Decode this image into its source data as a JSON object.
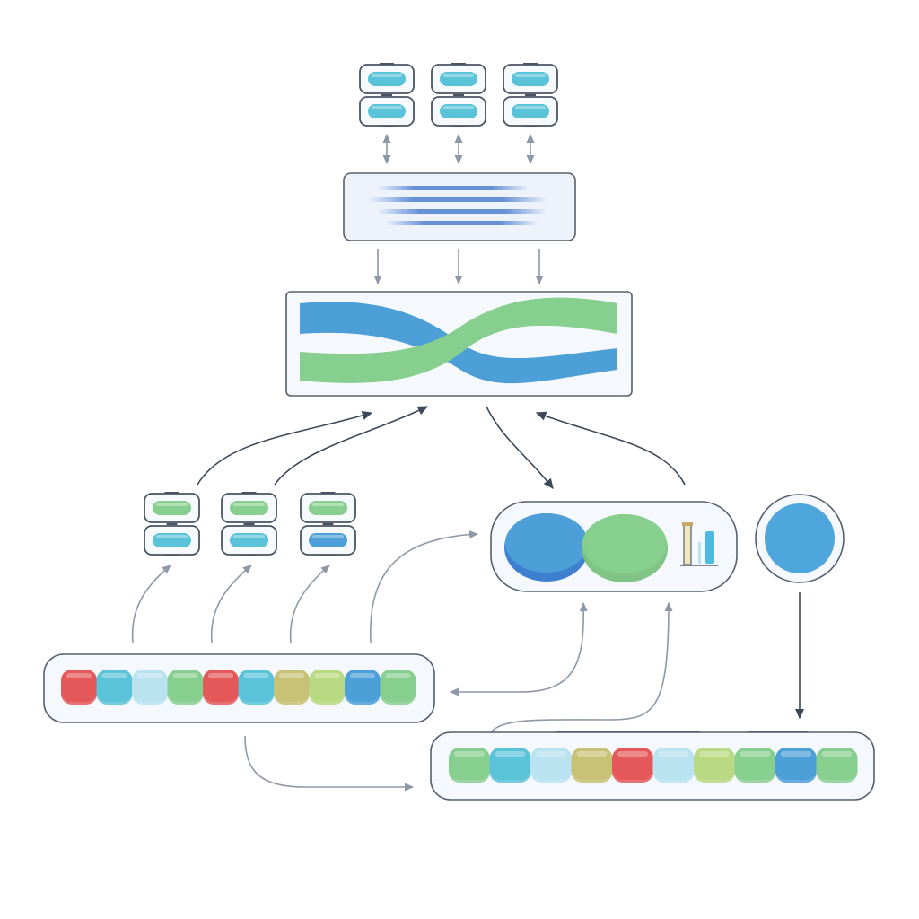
{
  "colors": {
    "cyan": "#5bc3d9",
    "light_cyan": "#b9e3f1",
    "blue": "#4d9fd8",
    "green": "#87cf8e",
    "lime": "#b9d982",
    "olive": "#c8c276",
    "red": "#e4585a",
    "stroke": "#56606e",
    "arrow": "#8e98a6"
  },
  "icons": {
    "top_token_pairs": [
      "paired-token-icon",
      "paired-token-icon",
      "paired-token-icon"
    ],
    "left_token_pairs": [
      "paired-token-icon",
      "paired-token-icon",
      "paired-token-icon"
    ],
    "attention_block": "horizontal-lines-icon",
    "fusion_block": "intertwined-waves-icon",
    "merge_node": "overlapping-circles-icon",
    "merge_side": "bar-chart-icon",
    "output_node": "circle-icon"
  },
  "sequence_top": [
    "red",
    "cyan",
    "light_cyan",
    "green",
    "red",
    "cyan",
    "olive",
    "lime",
    "blue",
    "green"
  ],
  "sequence_bottom": [
    "green",
    "cyan",
    "light_cyan",
    "olive",
    "red",
    "light_cyan",
    "lime",
    "green",
    "blue",
    "green"
  ],
  "top_pair_colors": [
    [
      "cyan",
      "cyan"
    ],
    [
      "cyan",
      "cyan"
    ],
    [
      "cyan",
      "cyan"
    ]
  ],
  "left_pair_colors": [
    [
      "green",
      "cyan"
    ],
    [
      "green",
      "cyan"
    ],
    [
      "green",
      "blue"
    ]
  ]
}
